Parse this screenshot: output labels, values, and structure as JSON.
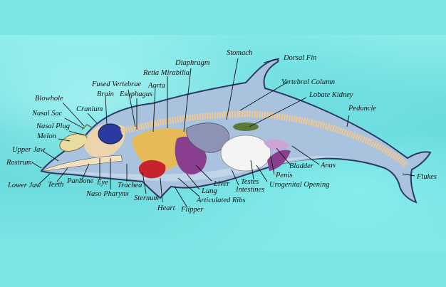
{
  "diagram": {
    "subject": "Dolphin anatomy",
    "colors": {
      "background": "#7ae5e1",
      "water": "#5fd6d8",
      "skin": "#a9c3df",
      "skin_outline": "#2c3a66",
      "vertebrae": "#f2c890",
      "brain": "#2a3a9e",
      "heart": "#c8232c",
      "liver": "#8a3f8e",
      "stomach": "#8d93b5",
      "intestines": "#f4f4f4",
      "lung_fat": "#f0b840"
    },
    "labels": {
      "blowhole": "Blowhole",
      "cranium": "Cranium",
      "nasal_sac": "Nasal Sac",
      "nasal_plug": "Nasal Plug",
      "melon": "Melon",
      "upper_jaw": "Upper Jaw",
      "rostrum": "Rostrum",
      "lower_jaw": "Lower Jaw",
      "teeth": "Teeth",
      "panbone": "Panbone",
      "eye": "Eye",
      "naso_pharynx": "Naso Pharynx",
      "trachea": "Trachea",
      "sternum": "Sternum",
      "heart": "Heart",
      "flipper": "Flipper",
      "articulated_ribs": "Articulated Ribs",
      "lung": "Lung",
      "liver": "Liver",
      "intestines": "Intestines",
      "testes": "Testes",
      "urogenital_opening": "Urogenital Opening",
      "penis": "Penis",
      "bladder": "Bladder",
      "anus": "Anus",
      "flukes": "Flukes",
      "peduncle": "Peduncle",
      "lobate_kidney": "Lobate Kidney",
      "vertebral_column": "Vertebral Column",
      "dorsal_fin": "Dorsal Fin",
      "stomach": "Stomach",
      "diaphragm": "Diaphragm",
      "retia_mirabilia": "Retia Mirabilia",
      "aorta": "Aorta",
      "fused_vertebrae": "Fused Vertebrae",
      "brain": "Brain",
      "esophagus": "Esophagus"
    }
  }
}
